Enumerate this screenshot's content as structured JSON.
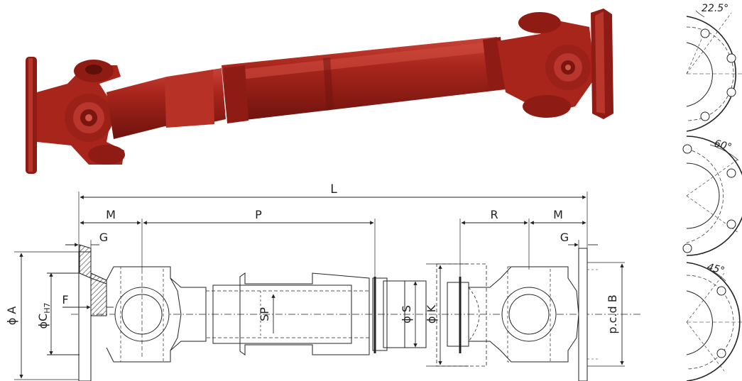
{
  "colors": {
    "shaft_red": "#a8251c",
    "shaft_dark": "#6e130d",
    "shaft_light": "#d2564a",
    "line": "#222222",
    "hatch": "#333333"
  },
  "dimensions": {
    "L": "L",
    "M_left": "M",
    "P": "P",
    "R": "R",
    "M_right": "M",
    "G_left": "G",
    "G_right": "G",
    "F": "F",
    "A": "ϕ A",
    "C_phi": "ϕ",
    "C_letter": "C",
    "C_tol": "H7",
    "SP": "SP",
    "S": "ϕ S",
    "K": "ϕ K",
    "B": "p.c.d B"
  },
  "flange_views": [
    {
      "angle_label": "22.5°"
    },
    {
      "angle_label": "60°"
    },
    {
      "angle_label": "45°"
    }
  ]
}
